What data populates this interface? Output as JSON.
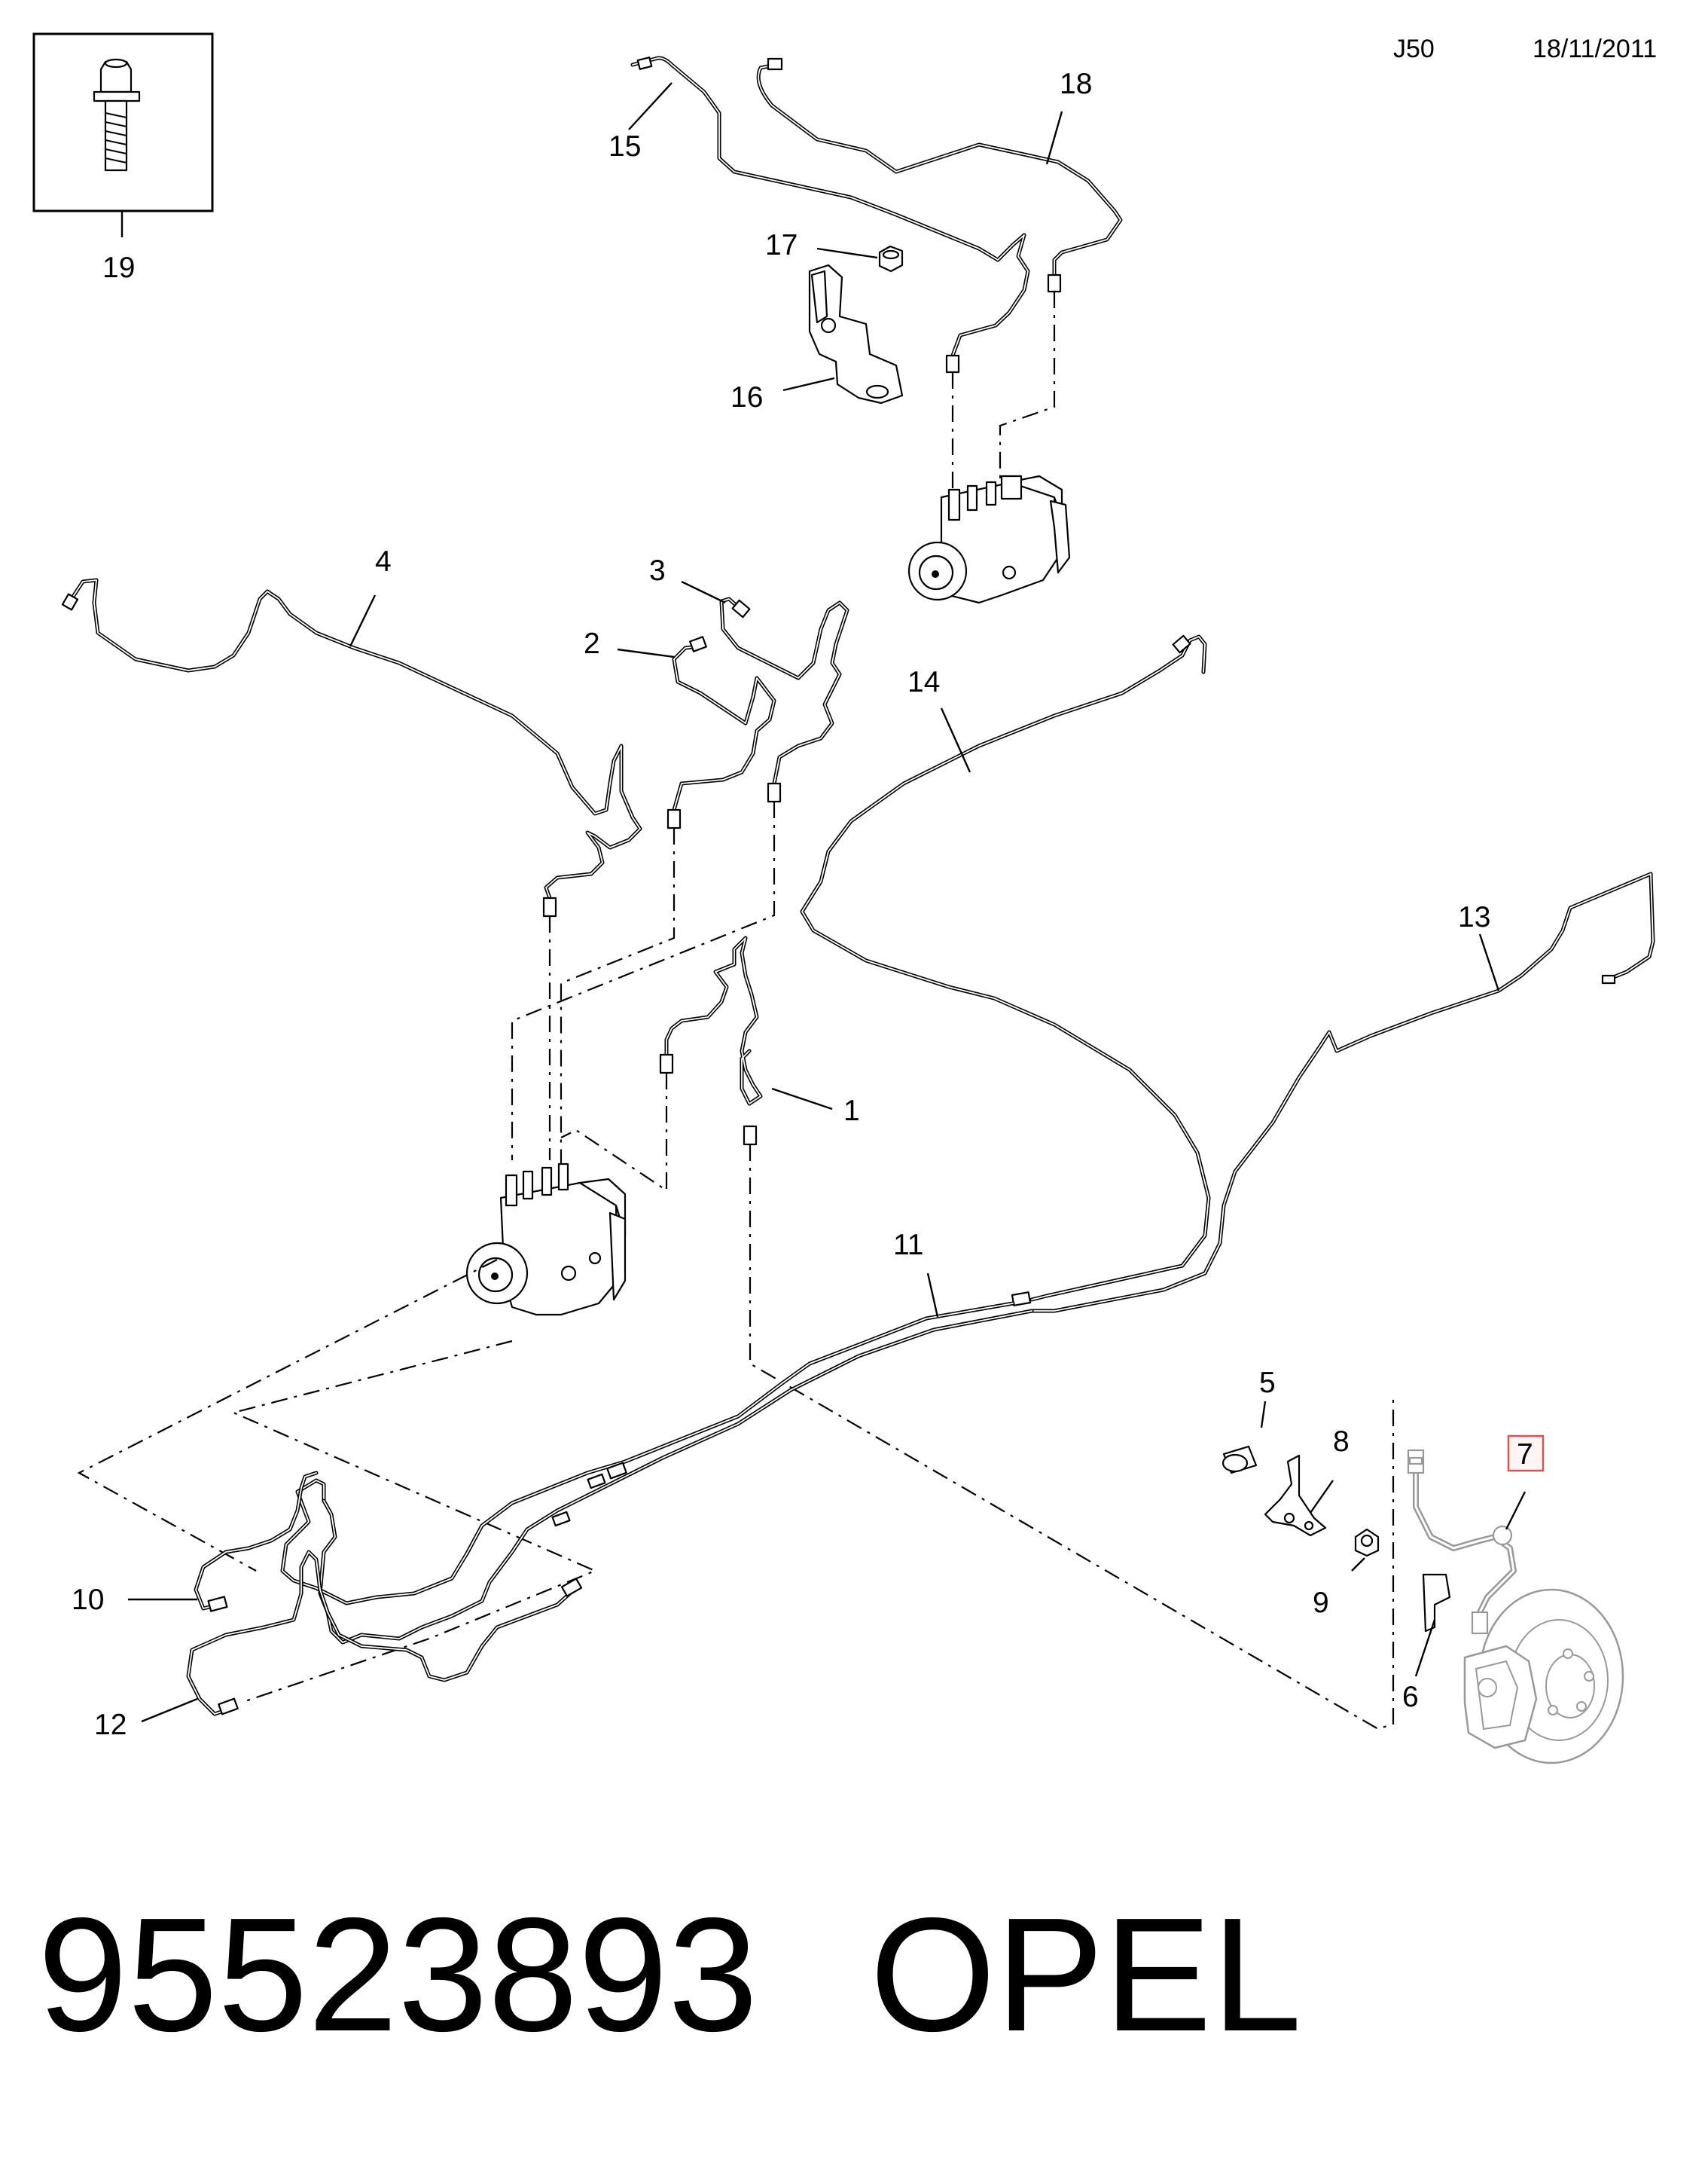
{
  "header": {
    "code": "J50",
    "date": "18/11/2011"
  },
  "footer": {
    "part_number": "95523893",
    "brand": "OPEL"
  },
  "callouts": {
    "c1": "1",
    "c2": "2",
    "c3": "3",
    "c4": "4",
    "c5": "5",
    "c6": "6",
    "c7": "7",
    "c8": "8",
    "c9": "9",
    "c10": "10",
    "c11": "11",
    "c12": "12",
    "c13": "13",
    "c14": "14",
    "c15": "15",
    "c16": "16",
    "c17": "17",
    "c18": "18",
    "c19": "19"
  },
  "highlighted_callout": "7",
  "colors": {
    "lines": "#000000",
    "highlight_box": "#d9534f",
    "highlight_part": "#999999"
  }
}
